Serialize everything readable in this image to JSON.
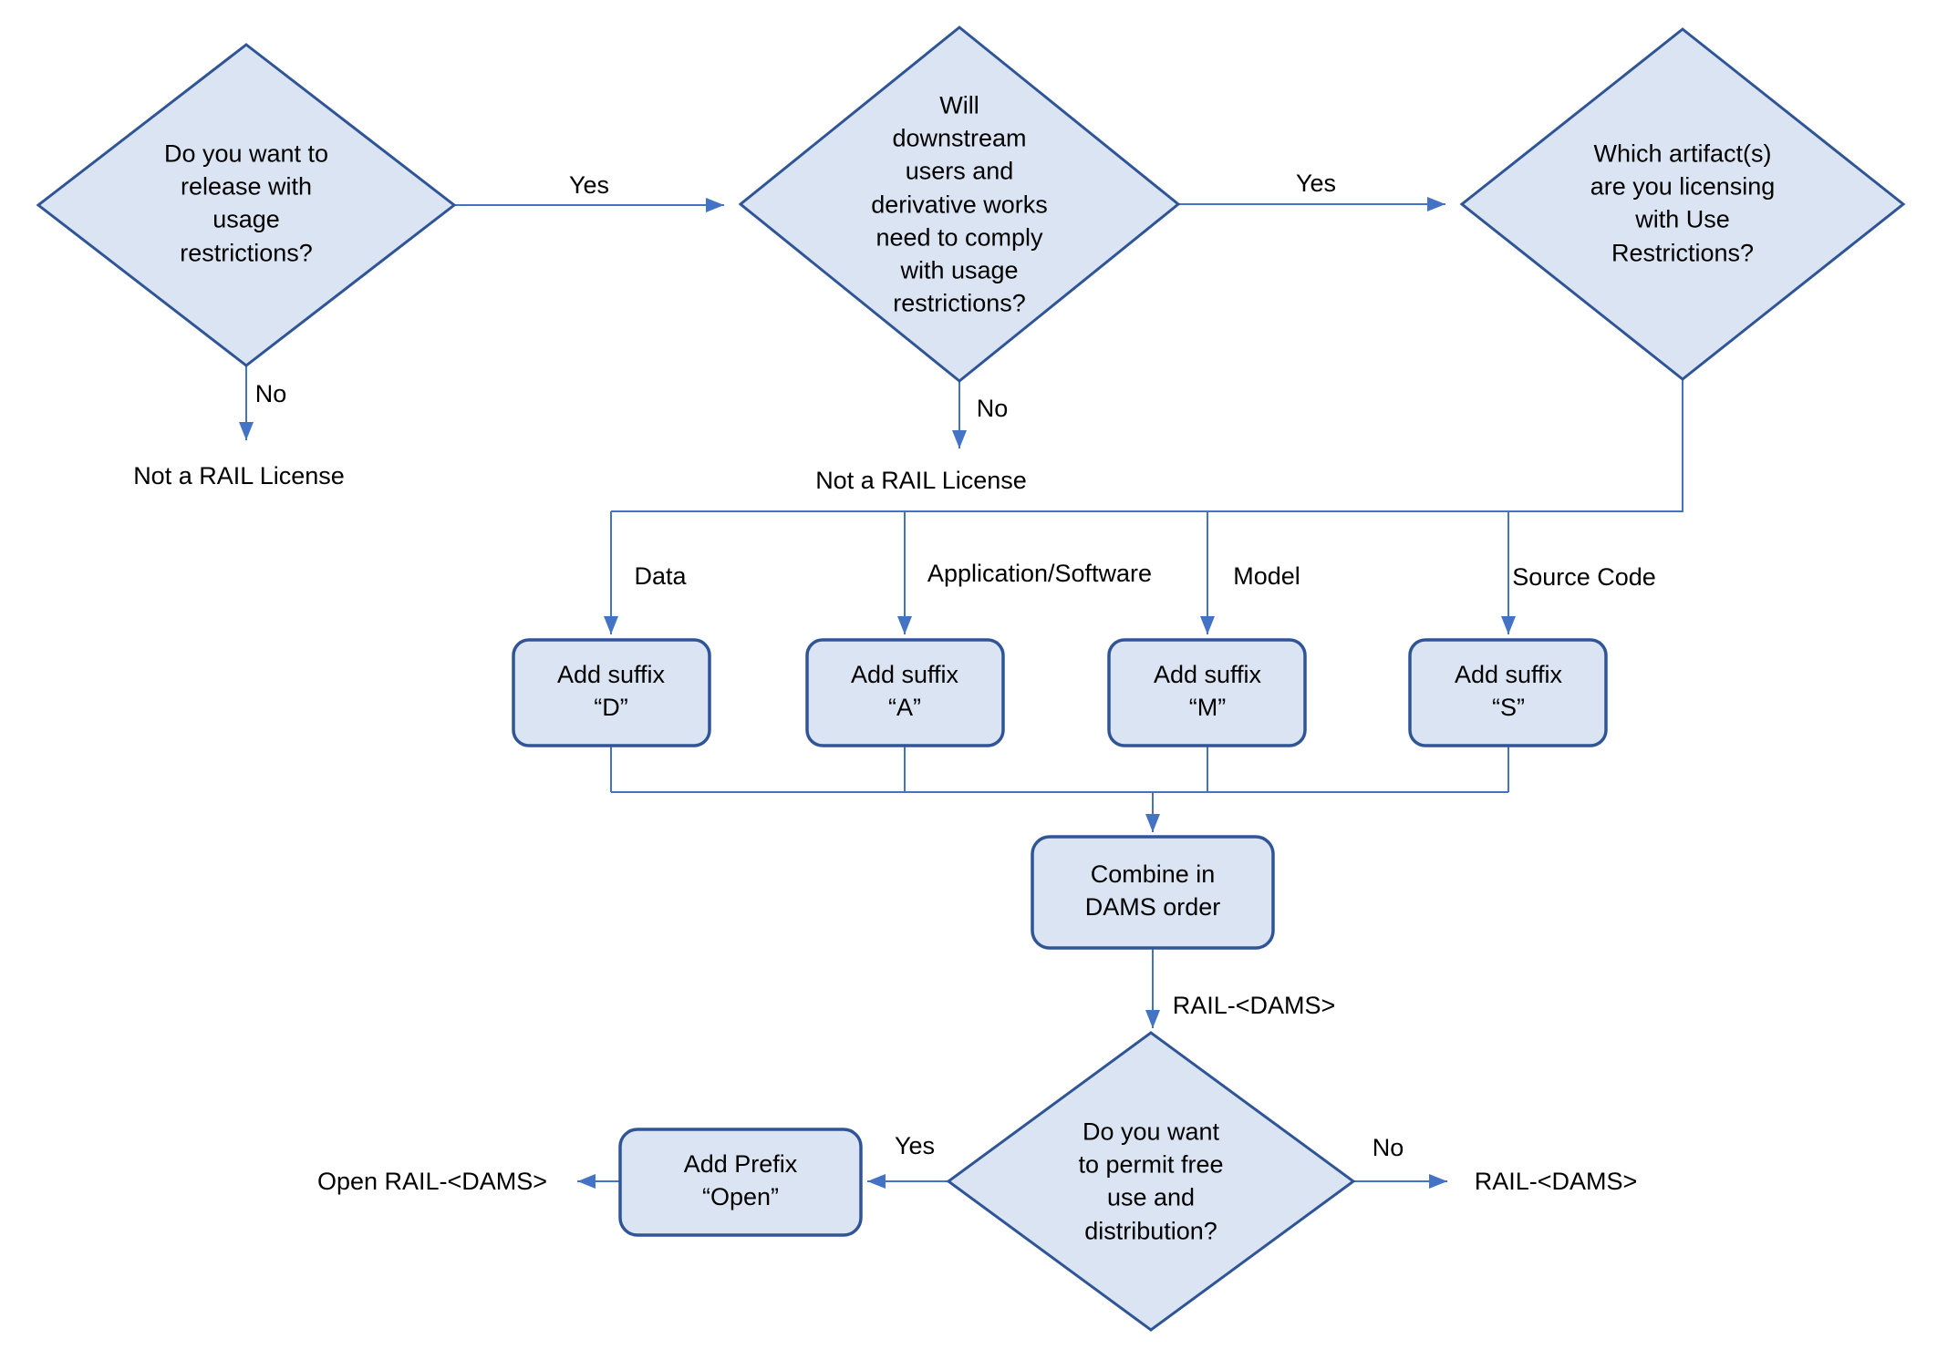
{
  "diagram": {
    "colors": {
      "shape_fill": "#dbe4f3",
      "shape_border": "#2f5597",
      "connector": "#4472c4",
      "label_text": "#000000"
    },
    "decisions": {
      "usage_restrictions": "Do you want to\nrelease with\nusage\nrestrictions?",
      "downstream_compliance": "Will\ndownstream\nusers and\nderivative works\nneed to comply\nwith usage\nrestrictions?",
      "artifact_licensing": "Which artifact(s)\nare you licensing\nwith Use\nRestrictions?",
      "free_use": "Do you want\nto permit free\nuse and\ndistribution?"
    },
    "processes": {
      "suffix_d": "Add suffix\n“D”",
      "suffix_a": "Add suffix\n“A”",
      "suffix_m": "Add suffix\n“M”",
      "suffix_s": "Add suffix\n“S”",
      "combine": "Combine in\nDAMS order",
      "add_prefix_open": "Add Prefix\n“Open”"
    },
    "edge_labels": {
      "yes_1": "Yes",
      "yes_2": "Yes",
      "yes_3": "Yes",
      "no_1": "No",
      "no_2": "No",
      "no_3": "No",
      "branch_data": "Data",
      "branch_application": "Application/Software",
      "branch_model": "Model",
      "branch_source_code": "Source Code",
      "combined_license": "RAIL-<DAMS>"
    },
    "outcomes": {
      "not_rail_license_1": "Not a RAIL License",
      "not_rail_license_2": "Not a RAIL License",
      "open_rail_dams": "Open RAIL-<DAMS>",
      "rail_dams": "RAIL-<DAMS>"
    }
  }
}
